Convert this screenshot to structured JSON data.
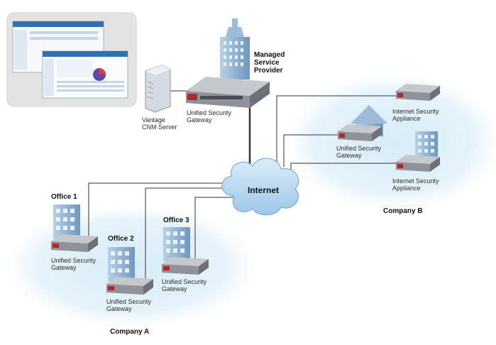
{
  "monitor_panel": {
    "screens": [
      "dashboard-screen",
      "report-screen"
    ]
  },
  "labels": {
    "managed_service_provider": [
      "Managed",
      "Service",
      "Provider"
    ],
    "vantage_cnm_server": [
      "Vantage",
      "CNM Server"
    ],
    "usg_top": [
      "Unified Security",
      "Gateway"
    ],
    "internet": "Internet",
    "company_a": "Company A",
    "company_b": "Company B",
    "office1": "Office 1",
    "office2": "Office 2",
    "office3": "Office 3",
    "usg_office1": [
      "Unified Security",
      "Gateway"
    ],
    "usg_office2": [
      "Unified Security",
      "Gateway"
    ],
    "usg_office3": [
      "Unified Security",
      "Gateway"
    ],
    "isa_b1": [
      "Internet Security",
      "Appliance"
    ],
    "usg_b": [
      "Unified Security",
      "Gateway"
    ],
    "isa_b2": [
      "Internet Security",
      "Appliance"
    ]
  },
  "colors": {
    "region_fill": "#d7ecf8",
    "cloud_fill": "#bcdaf2",
    "device_body": "#8f9399",
    "device_accent": "#b3262c",
    "building": "#8fb2d3",
    "line": "#333333"
  },
  "icons": [
    "building-icon",
    "server-icon",
    "appliance-icon",
    "house-icon",
    "cloud-icon"
  ]
}
